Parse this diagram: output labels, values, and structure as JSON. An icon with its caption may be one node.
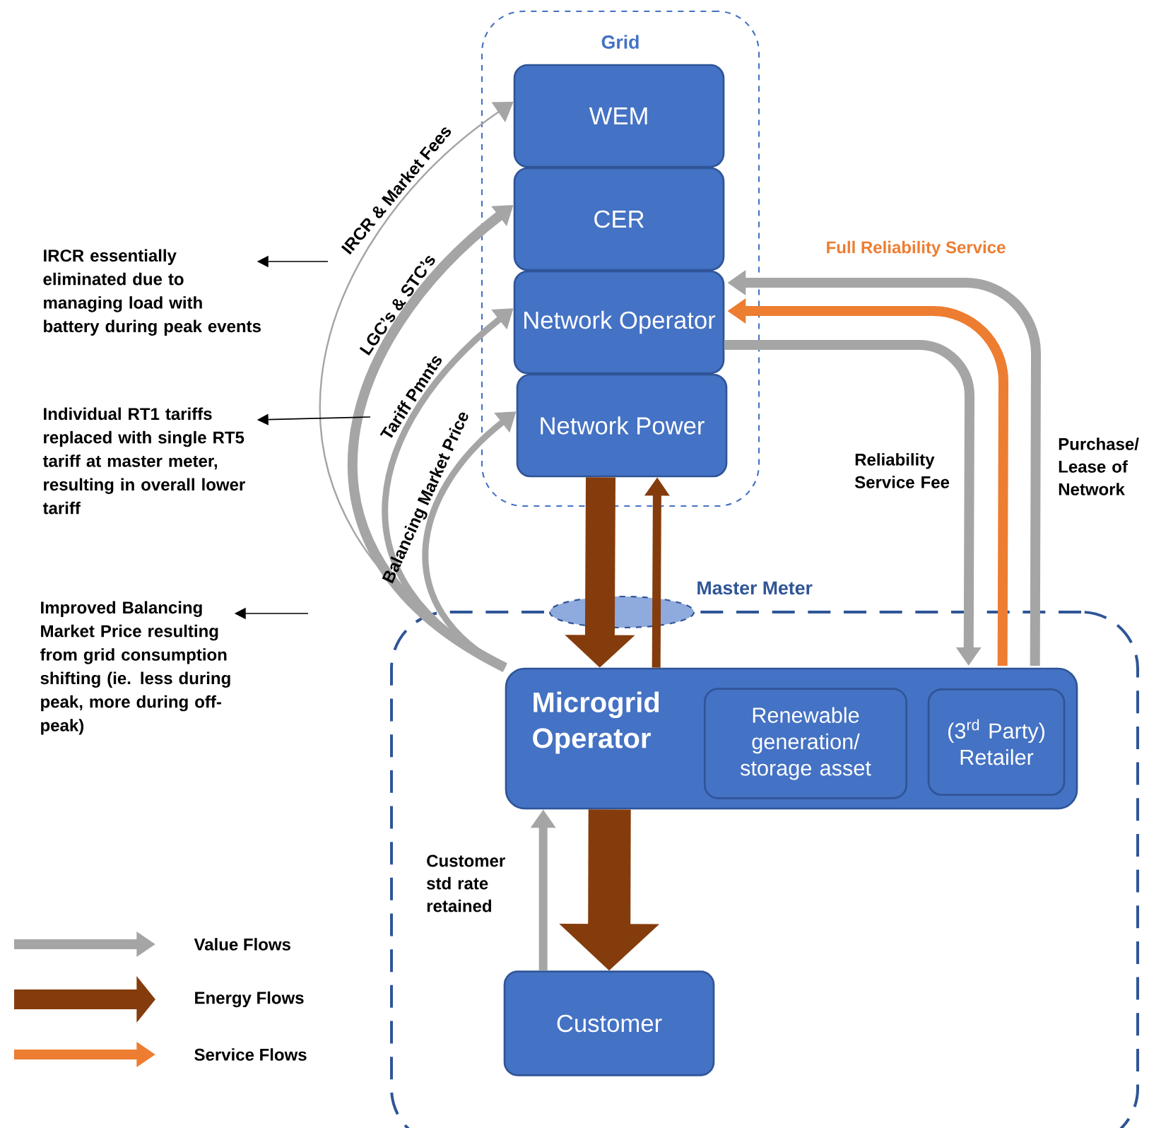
{
  "diagram": {
    "nodes": [
      {
        "text": [
          "Grid"
        ]
      },
      {
        "text": [
          "WEM"
        ],
        "in": 0
      },
      {
        "text": [
          "CER"
        ],
        "in": 0
      },
      {
        "text": [
          "Network Operator"
        ],
        "in": 0
      },
      {
        "text": [
          "Network Power"
        ],
        "in": 0
      },
      {
        "text": [],
        "shape": "box"
      },
      {
        "text": [
          "Microgrid Operator"
        ],
        "in": 5
      },
      {
        "text": [
          "Renewable generation/ storage asset"
        ],
        "in": 6
      },
      {
        "text": [
          "(3$^{rd}$ Party) Retailer"
        ],
        "in": 6
      },
      {
        "text": [
          "Customer"
        ],
        "in": 5
      },
      {
        "text": [
          "IRCR essentially eliminated due to managing load with battery during peak events"
        ]
      },
      {
        "text": [
          "Individual RT1 tariffs replaced with single RT5 tariff at master meter, resulting in overall lower tariff"
        ]
      },
      {
        "text": [
          "Improved Balancing Market Price resulting from grid consumption shifting (ie. less during peak, more during off-peak)"
        ]
      }
    ],
    "edges": [
      {
        "from": 6,
        "to": 1,
        "arrow": "to",
        "label": "IRCR & Market Fees",
        "color": "#a5a5a5"
      },
      {
        "from": 6,
        "to": 2,
        "arrow": "to",
        "label": "LGC’s & STC’s",
        "color": "#a5a5a5"
      },
      {
        "from": 6,
        "to": 3,
        "arrow": "to",
        "label": "Tariff Pmnts",
        "color": "#a5a5a5"
      },
      {
        "from": 6,
        "to": 4,
        "arrow": "to",
        "label": "Balancing Market Price",
        "color": "#a5a5a5"
      },
      {
        "from": null,
        "to": 10,
        "arrow": "to",
        "color": "#000000"
      },
      {
        "from": null,
        "to": 11,
        "arrow": "to",
        "color": "#000000"
      },
      {
        "from": null,
        "to": 12,
        "arrow": "to",
        "color": "#000000"
      },
      {
        "from": 3,
        "to": 8,
        "arrow": "to",
        "label": "Reliability Service Fee",
        "color": "#a5a5a5"
      },
      {
        "from": 8,
        "to": 3,
        "arrow": "to",
        "label": "Full Reliability Service",
        "color": "#ed7d31"
      },
      {
        "from": 8,
        "to": 3,
        "arrow": "to",
        "label": "Purchase/ Lease of Network",
        "color": "#a5a5a5"
      },
      {
        "from": 4,
        "to": 6,
        "arrow": "to",
        "style": "thick",
        "color": "#843c0c"
      },
      {
        "from": 6,
        "to": 4,
        "arrow": "to",
        "color": "#843c0c"
      },
      {
        "from": 6,
        "to": 9,
        "arrow": "to",
        "style": "thick",
        "color": "#843c0c"
      },
      {
        "from": 9,
        "to": 6,
        "arrow": "to",
        "label": "Customer std rate retained",
        "color": "#a5a5a5"
      }
    ],
    "labels": [
      "Master Meter"
    ],
    "legend": [
      {
        "text": "Value Flows",
        "color": "#a5a5a5"
      },
      {
        "text": "Energy Flows",
        "color": "#843c0c"
      },
      {
        "text": "Service Flows",
        "color": "#ed7d31"
      }
    ]
  }
}
